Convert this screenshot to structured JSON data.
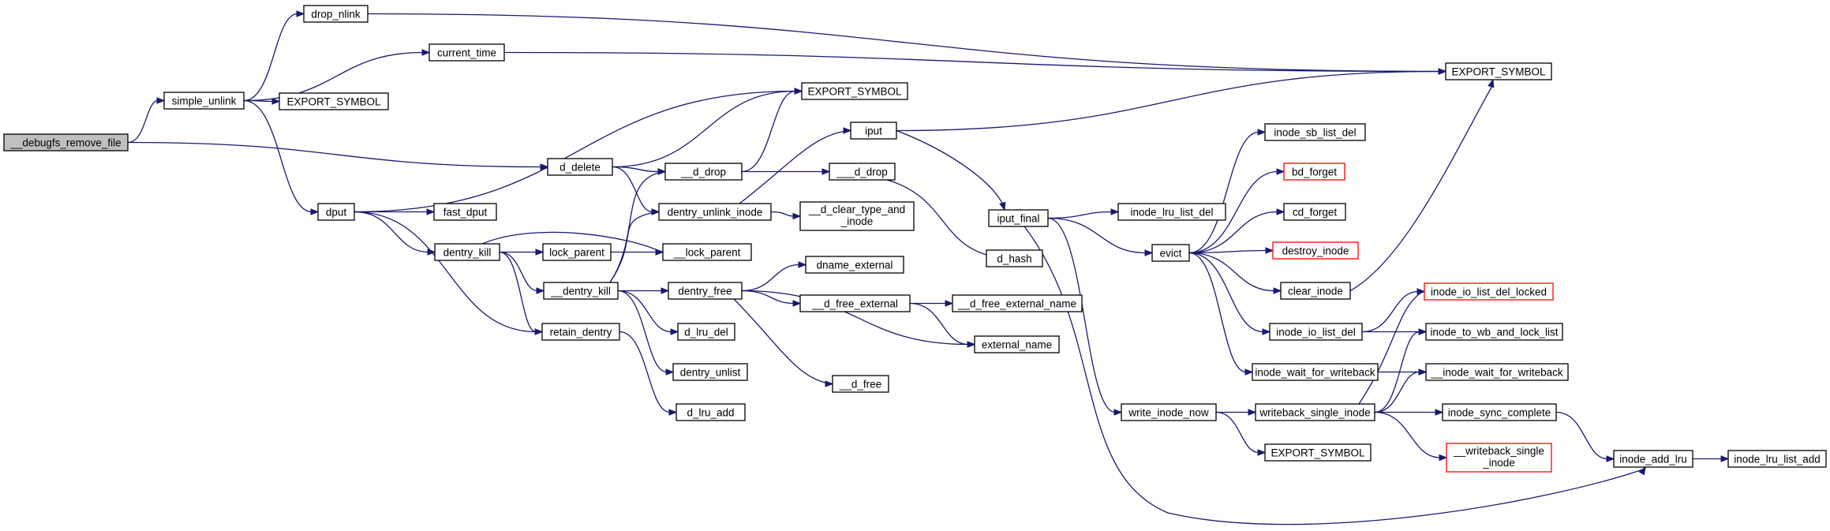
{
  "graph": {
    "edge_color": "#191970",
    "root_fill": "#bfbfbf",
    "truncated_border": "#ff0000",
    "nodes": {
      "debugfs_remove_file": {
        "label": "__debugfs_remove_file",
        "root": true
      },
      "simple_unlink": {
        "label": "simple_unlink"
      },
      "drop_nlink": {
        "label": "drop_nlink"
      },
      "current_time": {
        "label": "current_time"
      },
      "export_symbol_1": {
        "label": "EXPORT_SYMBOL"
      },
      "export_symbol_2": {
        "label": "EXPORT_SYMBOL"
      },
      "export_symbol_3": {
        "label": "EXPORT_SYMBOL"
      },
      "export_symbol_4": {
        "label": "EXPORT_SYMBOL"
      },
      "d_delete": {
        "label": "d_delete"
      },
      "dput": {
        "label": "dput"
      },
      "fast_dput": {
        "label": "fast_dput"
      },
      "dentry_kill": {
        "label": "dentry_kill"
      },
      "lock_parent": {
        "label": "lock_parent"
      },
      "lock_parent_internal": {
        "label": "__lock_parent"
      },
      "dentry_kill_internal": {
        "label": "__dentry_kill"
      },
      "retain_dentry": {
        "label": "retain_dentry"
      },
      "d_drop_internal": {
        "label": "__d_drop"
      },
      "dentry_unlink_inode": {
        "label": "dentry_unlink_inode"
      },
      "iput": {
        "label": "iput"
      },
      "d_drop_deep": {
        "label": "___d_drop"
      },
      "d_clear_type_and_inode": {
        "label": [
          "__d_clear_type_and",
          "_inode"
        ]
      },
      "dentry_free": {
        "label": "dentry_free"
      },
      "dname_external": {
        "label": "dname_external"
      },
      "d_free_external": {
        "label": "__d_free_external"
      },
      "d_free_external_name": {
        "label": "__d_free_external_name"
      },
      "external_name": {
        "label": "external_name"
      },
      "d_free": {
        "label": "__d_free"
      },
      "d_lru_del": {
        "label": "d_lru_del"
      },
      "dentry_unlist": {
        "label": "dentry_unlist"
      },
      "d_lru_add": {
        "label": "d_lru_add"
      },
      "d_hash": {
        "label": "d_hash"
      },
      "iput_final": {
        "label": "iput_final"
      },
      "inode_lru_list_del": {
        "label": "inode_lru_list_del"
      },
      "evict": {
        "label": "evict"
      },
      "inode_sb_list_del": {
        "label": "inode_sb_list_del"
      },
      "bd_forget": {
        "label": "bd_forget",
        "truncated": true
      },
      "cd_forget": {
        "label": "cd_forget"
      },
      "destroy_inode": {
        "label": "destroy_inode",
        "truncated": true
      },
      "clear_inode": {
        "label": "clear_inode"
      },
      "inode_io_list_del": {
        "label": "inode_io_list_del"
      },
      "inode_wait_for_writeback": {
        "label": "inode_wait_for_writeback"
      },
      "write_inode_now": {
        "label": "write_inode_now"
      },
      "writeback_single_inode": {
        "label": "writeback_single_inode"
      },
      "inode_io_list_del_locked": {
        "label": "inode_io_list_del_locked",
        "truncated": true
      },
      "inode_to_wb_and_lock_list": {
        "label": "inode_to_wb_and_lock_list"
      },
      "inode_wait_for_writeback_internal": {
        "label": "__inode_wait_for_writeback"
      },
      "inode_sync_complete": {
        "label": "inode_sync_complete"
      },
      "writeback_single_inode_internal": {
        "label": [
          "__writeback_single",
          "_inode"
        ],
        "truncated": true
      },
      "inode_add_lru": {
        "label": "inode_add_lru"
      },
      "inode_lru_list_add": {
        "label": "inode_lru_list_add"
      }
    },
    "edges": [
      [
        "debugfs_remove_file",
        "simple_unlink"
      ],
      [
        "debugfs_remove_file",
        "d_delete"
      ],
      [
        "simple_unlink",
        "drop_nlink"
      ],
      [
        "simple_unlink",
        "current_time"
      ],
      [
        "simple_unlink",
        "export_symbol_2"
      ],
      [
        "simple_unlink",
        "dput"
      ],
      [
        "drop_nlink",
        "export_symbol_1"
      ],
      [
        "current_time",
        "export_symbol_1"
      ],
      [
        "d_delete",
        "export_symbol_3"
      ],
      [
        "d_delete",
        "d_drop_internal"
      ],
      [
        "d_delete",
        "dentry_unlink_inode"
      ],
      [
        "dput",
        "export_symbol_3"
      ],
      [
        "dput",
        "fast_dput"
      ],
      [
        "dput",
        "dentry_kill"
      ],
      [
        "dput",
        "retain_dentry"
      ],
      [
        "dentry_kill",
        "lock_parent"
      ],
      [
        "dentry_kill",
        "lock_parent_internal"
      ],
      [
        "dentry_kill",
        "dentry_kill_internal"
      ],
      [
        "dentry_kill",
        "retain_dentry"
      ],
      [
        "lock_parent",
        "lock_parent_internal"
      ],
      [
        "dentry_kill_internal",
        "d_drop_internal"
      ],
      [
        "dentry_kill_internal",
        "dentry_unlink_inode"
      ],
      [
        "dentry_kill_internal",
        "dentry_free"
      ],
      [
        "dentry_kill_internal",
        "d_lru_del"
      ],
      [
        "dentry_kill_internal",
        "dentry_unlist"
      ],
      [
        "retain_dentry",
        "d_lru_add"
      ],
      [
        "d_drop_internal",
        "export_symbol_3"
      ],
      [
        "d_drop_internal",
        "d_drop_deep"
      ],
      [
        "dentry_unlink_inode",
        "iput"
      ],
      [
        "dentry_unlink_inode",
        "d_clear_type_and_inode"
      ],
      [
        "iput",
        "export_symbol_1"
      ],
      [
        "iput",
        "iput_final"
      ],
      [
        "d_drop_deep",
        "d_hash"
      ],
      [
        "dentry_free",
        "dname_external"
      ],
      [
        "dentry_free",
        "d_free_external"
      ],
      [
        "dentry_free",
        "external_name"
      ],
      [
        "dentry_free",
        "d_free"
      ],
      [
        "d_free_external",
        "d_free_external_name"
      ],
      [
        "d_free_external",
        "external_name"
      ],
      [
        "iput_final",
        "inode_lru_list_del"
      ],
      [
        "iput_final",
        "evict"
      ],
      [
        "iput_final",
        "write_inode_now"
      ],
      [
        "iput_final",
        "inode_add_lru"
      ],
      [
        "evict",
        "inode_sb_list_del"
      ],
      [
        "evict",
        "bd_forget"
      ],
      [
        "evict",
        "cd_forget"
      ],
      [
        "evict",
        "destroy_inode"
      ],
      [
        "evict",
        "clear_inode"
      ],
      [
        "evict",
        "inode_io_list_del"
      ],
      [
        "evict",
        "inode_wait_for_writeback"
      ],
      [
        "clear_inode",
        "export_symbol_1"
      ],
      [
        "inode_io_list_del",
        "inode_io_list_del_locked"
      ],
      [
        "inode_io_list_del",
        "inode_to_wb_and_lock_list"
      ],
      [
        "inode_wait_for_writeback",
        "inode_wait_for_writeback_internal"
      ],
      [
        "write_inode_now",
        "writeback_single_inode"
      ],
      [
        "write_inode_now",
        "export_symbol_4"
      ],
      [
        "writeback_single_inode",
        "inode_io_list_del_locked"
      ],
      [
        "writeback_single_inode",
        "inode_to_wb_and_lock_list"
      ],
      [
        "writeback_single_inode",
        "inode_wait_for_writeback_internal"
      ],
      [
        "writeback_single_inode",
        "inode_sync_complete"
      ],
      [
        "writeback_single_inode",
        "writeback_single_inode_internal"
      ],
      [
        "inode_sync_complete",
        "inode_add_lru"
      ],
      [
        "inode_add_lru",
        "inode_lru_list_add"
      ]
    ]
  }
}
